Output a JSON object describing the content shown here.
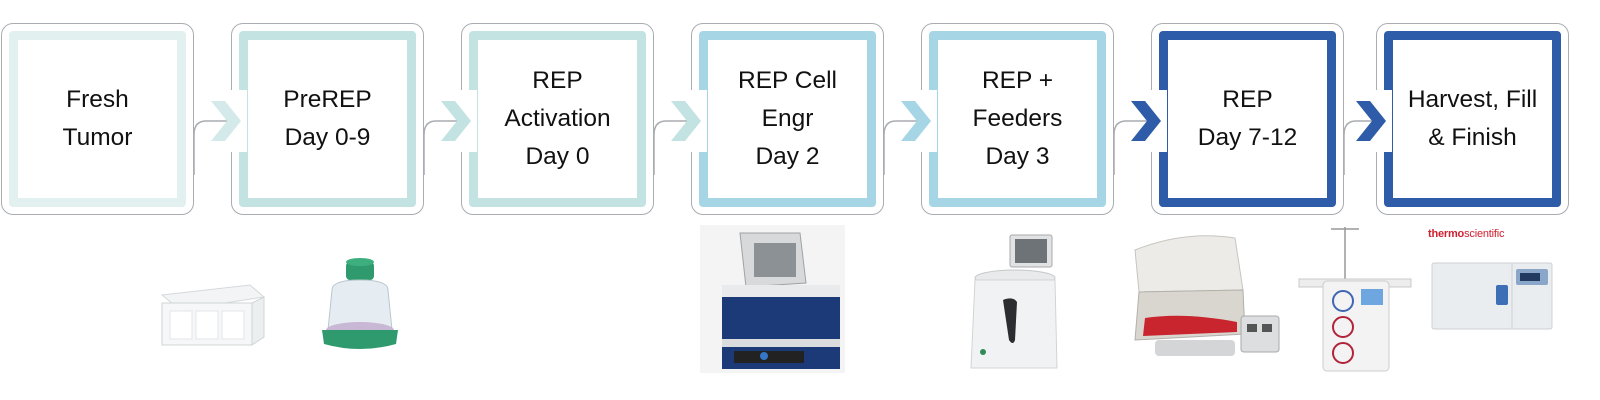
{
  "steps": [
    {
      "lines": [
        "Fresh",
        "Tumor"
      ],
      "frame_color": "#e2f0f0",
      "arrow_color": "#e2f0f0"
    },
    {
      "lines": [
        "PreREP",
        "Day 0-9"
      ],
      "frame_color": "#c3e2e2",
      "arrow_color": "#d4eaea"
    },
    {
      "lines": [
        "REP",
        "Activation",
        "Day 0"
      ],
      "frame_color": "#c3e2e2",
      "arrow_color": "#c3e2e2"
    },
    {
      "lines": [
        "REP Cell",
        "Engr",
        "Day 2"
      ],
      "frame_color": "#a6d6e6",
      "arrow_color": "#c3e2e2"
    },
    {
      "lines": [
        "REP +",
        "Feeders",
        "Day 3"
      ],
      "frame_color": "#a6d6e6",
      "arrow_color": "#a6d6e6"
    },
    {
      "lines": [
        "REP",
        "Day 7-12"
      ],
      "frame_color": "#2e5ca8",
      "arrow_color": "#2e5ca8"
    },
    {
      "lines": [
        "Harvest, Fill",
        "& Finish"
      ],
      "frame_color": "#2e5ca8",
      "arrow_color": "#2e5ca8"
    }
  ],
  "products": [
    {
      "name": "cell-culture-plate-image"
    },
    {
      "name": "g-rex-flask-image"
    },
    {
      "name": "lovo-cell-processor-image"
    },
    {
      "name": "sepax-cell-processor-image"
    },
    {
      "name": "rocking-bioreactor-image"
    },
    {
      "name": "lovo-automated-system-image"
    },
    {
      "name": "cryofreezer-image"
    }
  ],
  "brand_logo": {
    "bold": "thermo",
    "light": "scientific",
    "color": "#d0202f"
  }
}
